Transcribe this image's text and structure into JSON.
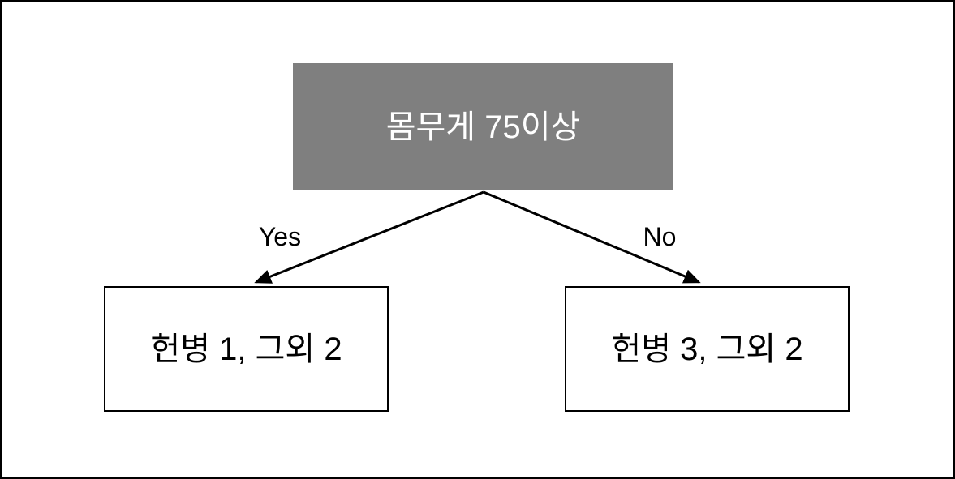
{
  "diagram": {
    "type": "decision-tree",
    "root": {
      "label": "몸무게 75이상"
    },
    "edges": [
      {
        "label": "Yes"
      },
      {
        "label": "No"
      }
    ],
    "leaves": [
      {
        "label": "헌병 1, 그외 2"
      },
      {
        "label": "헌병 3, 그외 2"
      }
    ],
    "colors": {
      "root_fill": "#7f7f7f",
      "root_text": "#ffffff",
      "leaf_fill": "#ffffff",
      "leaf_border": "#000000",
      "arrow": "#000000",
      "canvas_border": "#000000",
      "background": "#ffffff"
    }
  }
}
